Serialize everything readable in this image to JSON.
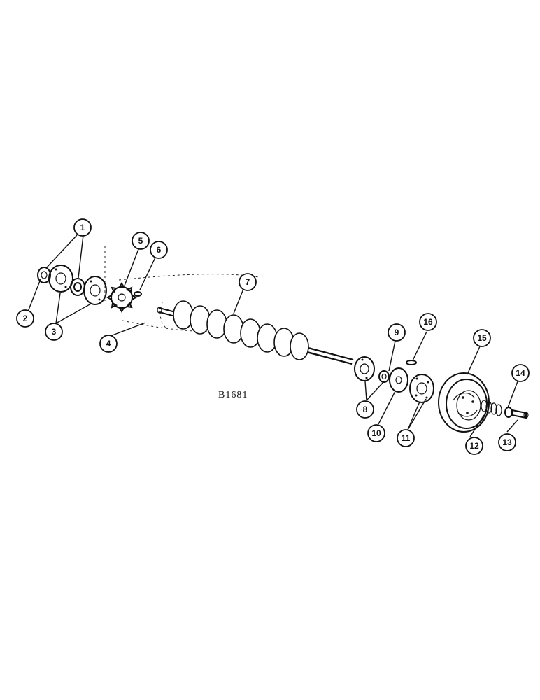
{
  "figure": {
    "reference_code": "B1681"
  },
  "callouts": [
    {
      "id": "1",
      "label": "1"
    },
    {
      "id": "2",
      "label": "2"
    },
    {
      "id": "3",
      "label": "3"
    },
    {
      "id": "4",
      "label": "4"
    },
    {
      "id": "5",
      "label": "5"
    },
    {
      "id": "6",
      "label": "6"
    },
    {
      "id": "7",
      "label": "7"
    },
    {
      "id": "8",
      "label": "8"
    },
    {
      "id": "9",
      "label": "9"
    },
    {
      "id": "10",
      "label": "10"
    },
    {
      "id": "11",
      "label": "11"
    },
    {
      "id": "12",
      "label": "12"
    },
    {
      "id": "13",
      "label": "13"
    },
    {
      "id": "14",
      "label": "14"
    },
    {
      "id": "15",
      "label": "15"
    },
    {
      "id": "16",
      "label": "16"
    }
  ]
}
